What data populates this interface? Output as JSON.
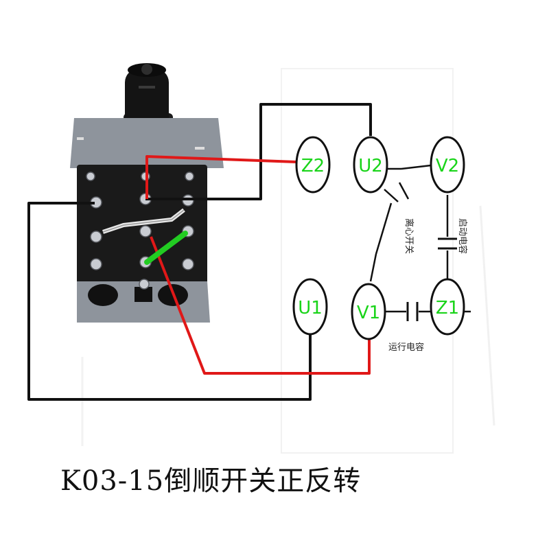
{
  "title": "K03-15倒顺开关正反转",
  "colors": {
    "wire_black": "#111111",
    "wire_red": "#e01818",
    "wire_green": "#22cc22",
    "node_text": "#19d419",
    "switch_body": "#8e949c",
    "terminal_block": "#1a1a1a"
  },
  "nodes": [
    {
      "id": "Z2",
      "label": "Z2"
    },
    {
      "id": "U2",
      "label": "U2"
    },
    {
      "id": "V2",
      "label": "V2"
    },
    {
      "id": "U1",
      "label": "U1"
    },
    {
      "id": "V1",
      "label": "V1"
    },
    {
      "id": "Z1",
      "label": "Z1"
    }
  ],
  "components": {
    "centrifugal_switch": "离心开关",
    "start_capacitor": "启动电容",
    "run_capacitor": "运行电容"
  },
  "icons": {
    "rotary_switch": "rotary-switch-icon",
    "knob": "knob-icon",
    "terminal_screw": "screw-icon"
  }
}
